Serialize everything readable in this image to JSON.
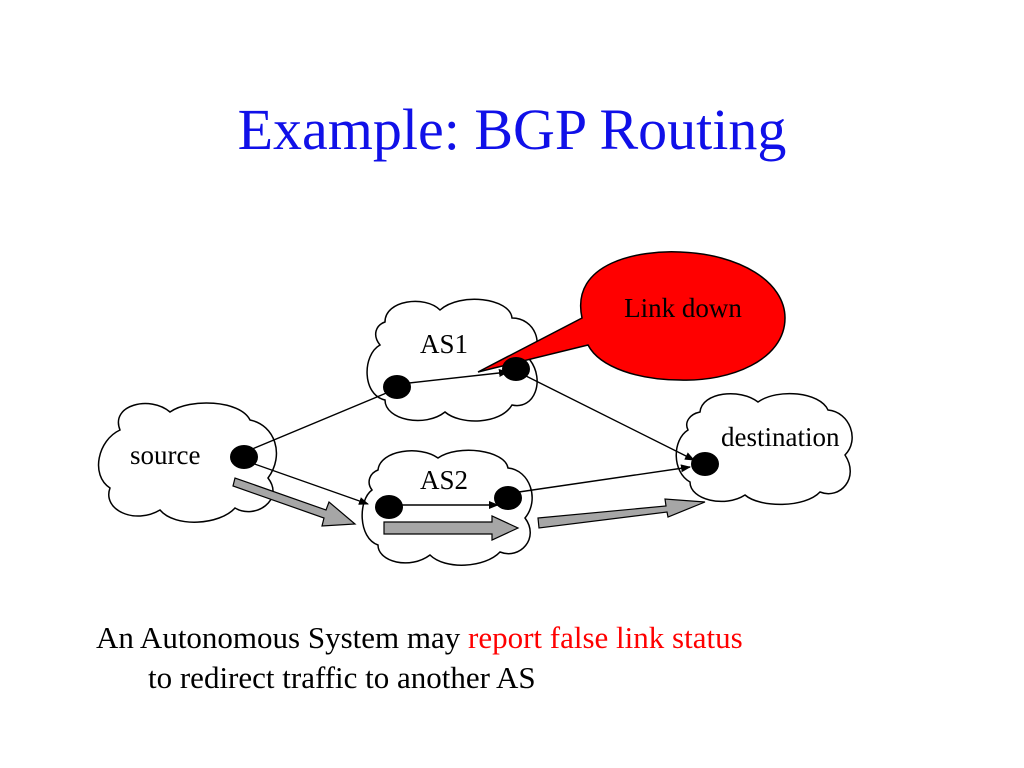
{
  "slide": {
    "title": "Example: BGP Routing"
  },
  "diagram": {
    "nodes": {
      "source_label": "source",
      "as1_label": "AS1",
      "as2_label": "AS2",
      "destination_label": "destination"
    },
    "callout": {
      "text": "Link down",
      "color": "#ff0000"
    }
  },
  "caption": {
    "prefix": "An Autonomous System may ",
    "highlight": "report false link status",
    "line2": "to redirect traffic to another AS",
    "highlight_color": "#ff0000"
  },
  "colors": {
    "title": "#1010e8",
    "traffic_arrow": "#a6a6a6"
  }
}
